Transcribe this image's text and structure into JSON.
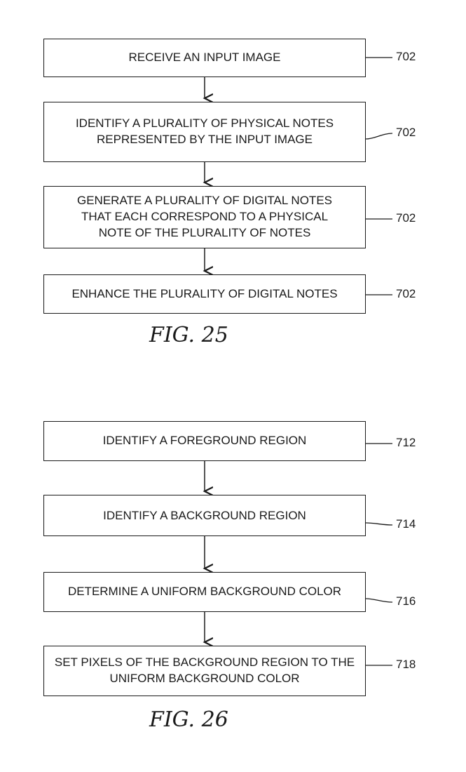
{
  "fig25": {
    "steps": [
      {
        "text": "RECEIVE AN INPUT IMAGE",
        "ref": "702"
      },
      {
        "text": "IDENTIFY A PLURALITY OF PHYSICAL NOTES REPRESENTED BY THE INPUT IMAGE",
        "ref": "702"
      },
      {
        "text": "GENERATE A PLURALITY OF DIGITAL NOTES THAT EACH CORRESPOND TO A PHYSICAL NOTE OF THE PLURALITY OF NOTES",
        "ref": "702"
      },
      {
        "text": "ENHANCE THE PLURALITY OF DIGITAL NOTES",
        "ref": "702"
      }
    ],
    "caption": "FIG. 25"
  },
  "fig26": {
    "steps": [
      {
        "text": "IDENTIFY A FOREGROUND REGION",
        "ref": "712"
      },
      {
        "text": "IDENTIFY A BACKGROUND REGION",
        "ref": "714"
      },
      {
        "text": "DETERMINE A UNIFORM BACKGROUND COLOR",
        "ref": "716"
      },
      {
        "text": "SET PIXELS OF THE BACKGROUND REGION TO THE UNIFORM BACKGROUND COLOR",
        "ref": "718"
      }
    ],
    "caption": "FIG. 26"
  }
}
